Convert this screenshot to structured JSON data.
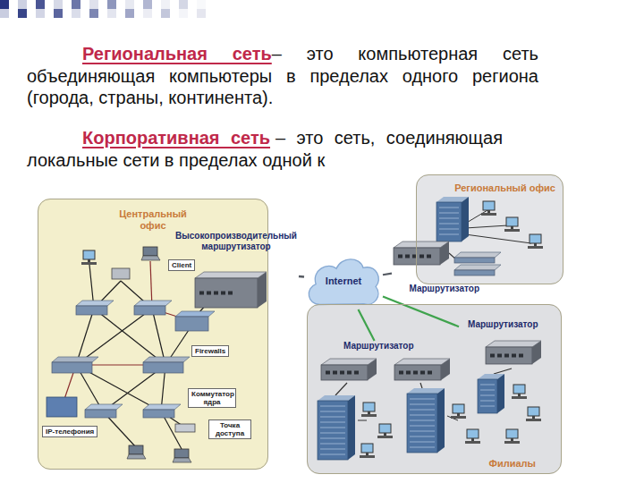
{
  "diagram": {
    "nodes": [
      {
        "text": [
          "Центральный офис"
        ]
      },
      {
        "text": [
          "Client"
        ],
        "in": 0
      },
      {
        "text": [
          "Firewalls"
        ],
        "in": 0
      },
      {
        "text": [
          "Коммутатор ядра"
        ],
        "in": 0
      },
      {
        "text": [
          "Точка доступа"
        ],
        "in": 0
      },
      {
        "text": [
          "IP-телефония"
        ],
        "in": 0
      },
      {
        "text": [
          "Высокопроизводительный маршрутизатор"
        ]
      },
      {
        "text": [
          "Internet"
        ]
      },
      {
        "text": [
          "Региональный офис"
        ]
      },
      {
        "text": [
          "Маршрутизатор"
        ]
      },
      {
        "text": [
          "Филиалы"
        ]
      },
      {
        "text": [
          "Маршрутизатор"
        ],
        "in": 10
      },
      {
        "text": [
          "Маршрутизатор"
        ],
        "in": 10
      }
    ],
    "edges": [
      {
        "from": 6,
        "to": 7,
        "arrow": "none"
      },
      {
        "from": 7,
        "to": 9,
        "arrow": "none"
      },
      {
        "from": 7,
        "to": 11,
        "arrow": "none"
      },
      {
        "from": 7,
        "to": 12,
        "arrow": "none"
      }
    ],
    "labels": [
      "Региональная сеть",
      "– это компьютерная сеть объединяющая компьютеры в пределах одного региона (города, страны, континента).",
      "Корпоративная сеть",
      "– это сеть, соединяющая локальные сети в пределах одной к"
    ]
  }
}
